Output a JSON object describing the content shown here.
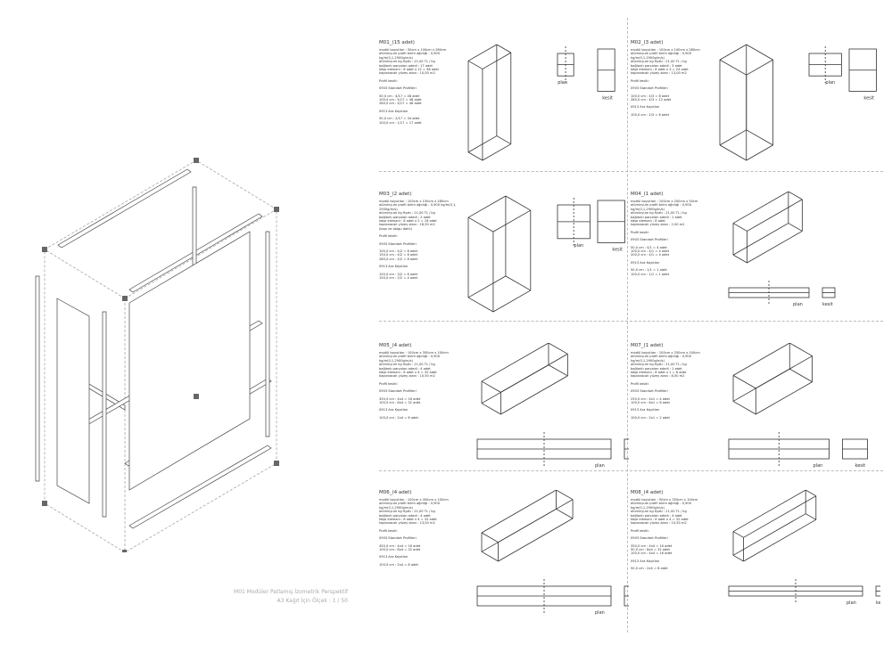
{
  "caption": {
    "line1": "M01 Modüler Patlamış İzometrik Perspektif",
    "line2": "A3 Kağıt İçin Ölçek : 1 / 50"
  },
  "labels": {
    "plan": "plan",
    "section": "kesit"
  },
  "modules": [
    {
      "title": "M01_(15 adet)",
      "dims": {
        "w": 100,
        "d": 50,
        "h": 280
      },
      "lines": [
        "modül boyutları : 50cm x 100cm x 280cm",
        "alüminyum profil birim ağırlığı : 0,900",
        "kg/m(0,1,2900g/m/s)",
        "alüminyum kg fiyatı : 21,00 TL / kg",
        "bağlantı parçaları adedi : 17 adet",
        "köşe elemanı : 8 adet x 12 = 96 adet",
        "kaplanacak yüzey alanı : 10,00 m2"
      ],
      "profile_title": "Profil kesiti:",
      "standard": "0903 Standart Profilleri",
      "parts": [
        "50,0 cm : 4/17 = 48 adet",
        "100,0 cm : 4/17 = 48 adet",
        "280,0 cm : 4/17 = 48 adet"
      ],
      "rail_title": "0913 Ara Kayıtları",
      "rails": [
        "50,0 cm : 2/17 = 34 adet",
        "100,0 cm : 1/17 = 17 adet"
      ]
    },
    {
      "title": "M02_(3 adet)",
      "dims": {
        "w": 100,
        "d": 100,
        "h": 280
      },
      "lines": [
        "modül boyutları : 100cm x 100cm x 280cm",
        "alüminyum profil birim ağırlığı : 0,900",
        "kg/m(0,1,2900g/m/s)",
        "alüminyum kg fiyatı : 21,00 TL / kg",
        "bağlantı parçaları adedi : 3 adet",
        "köşe elemanı : 8 adet x 3 = 24 adet",
        "kaplanacak yüzey alanı : 13,00 m2"
      ],
      "profile_title": "Profil kesiti:",
      "standard": "0903 Standart Profilleri",
      "parts": [
        "100,0 cm : 4/3 = 8 adet",
        "280,0 cm : 4/3 = 12 adet"
      ],
      "rail_title": "0913 Ara Kayıtları",
      "rails": [
        "100,0 cm : 2/3 = 6 adet"
      ]
    },
    {
      "title": "M03_(2 adet)",
      "dims": {
        "w": 150,
        "d": 100,
        "h": 280
      },
      "lines": [
        "modül boyutları : 100cm x 150cm x 280cm",
        "alüminyum profil birim ağırlığı : 0,900 kg/m(0,1,",
        "2900g/m/s)",
        "alüminyum kg fiyatı : 21,00 TL / kg",
        "bağlantı parçaları adedi : 2 adet",
        "köşe elemanı : 8 adet x 2 = 16 adet",
        "kaplanacak yüzey alanı : 18,50 m2",
        "(kapı ve dolgu dahil)"
      ],
      "profile_title": "Profil kesiti:",
      "standard": "0903 Standart Profilleri",
      "parts": [
        "100,0 cm : 4/2 = 8 adet",
        "150,0 cm : 4/2 = 8 adet",
        "280,0 cm : 4/2 = 8 adet"
      ],
      "rail_title": "0913 Ara Kayıtları",
      "rails": [
        "100,0 cm : 3/2 = 6 adet",
        "150,0 cm : 2/2 = 4 adet"
      ]
    },
    {
      "title": "M04_(1 adet)",
      "dims": {
        "w": 200,
        "d": 50,
        "h": 100
      },
      "lines": [
        "modül boyutları : 100cm x 200cm x 50cm",
        "alüminyum profil birim ağırlığı : 0,900",
        "kg/m(0,1,2900g/m/s)",
        "alüminyum kg fiyatı : 21,00 TL / kg",
        "bağlantı parçaları adedi : 1 adet",
        "köşe elemanı : 8 adet",
        "kaplanacak yüzey alanı : 2,00 m2"
      ],
      "profile_title": "Profil kesiti:",
      "standard": "0903 Standart Profilleri",
      "parts": [
        "50,0 cm : 4/1 = 4 adet",
        "100,0 cm : 4/1 = 4 adet",
        "200,0 cm : 4/1 = 4 adet"
      ],
      "rail_title": "0913 Ara Kayıtları",
      "rails": [
        "50,0 cm : 1/1 = 1 adet",
        "100,0 cm : 1/1 = 1 adet"
      ]
    },
    {
      "title": "M05_(4 adet)",
      "dims": {
        "w": 350,
        "d": 100,
        "h": 100
      },
      "lines": [
        "modül boyutları : 100cm x 350cm x 100cm",
        "alüminyum profil birim ağırlığı : 0,900 kg/m(0,1,2900g/m/s)",
        "alüminyum kg fiyatı : 21,00 TL / kg",
        "bağlantı parçaları adedi : 4 adet",
        "köşe elemanı : 8 adet x 4 = 32 adet",
        "kaplanacak yüzey alanı : 10,50 m2"
      ],
      "profile_title": "Profil kesiti:",
      "standard": "0903 Standart Profilleri",
      "parts": [
        "350,0 cm : 4x4 = 16 adet",
        "100,0 cm : 8x4 = 32 adet"
      ],
      "rail_title": "0913 Ara Kayıtları",
      "rails": [
        "100,0 cm : 2x4 = 8 adet"
      ]
    },
    {
      "title": "M07_(1 adet)",
      "dims": {
        "w": 250,
        "d": 100,
        "h": 100
      },
      "lines": [
        "modül boyutları : 100cm x 250cm x 100cm",
        "alüminyum profil birim ağırlığı : 0,900 kg/m(0,1,2900g/m/s)",
        "alüminyum kg fiyatı : 21,00 TL / kg",
        "bağlantı parçaları adedi : 1 adet",
        "köşe elemanı : 8 adet x 1 = 8 adet",
        "kaplanacak yüzey alanı : 8,50 m2"
      ],
      "profile_title": "Profil kesiti:",
      "standard": "0903 Standart Profilleri",
      "parts": [
        "250,0 cm : 4x1 = 4 adet",
        "100,0 cm : 8x1 = 8 adet"
      ],
      "rail_title": "0913 Ara Kayıtları",
      "rails": [
        "100,0 cm : 2x1 = 2 adet"
      ]
    },
    {
      "title": "M06_(4 adet)",
      "dims": {
        "w": 450,
        "d": 100,
        "h": 100
      },
      "lines": [
        "modül boyutları : 100cm x 450cm x 100cm",
        "alüminyum profil birim ağırlığı : 0,900 kg/m(0,1,2900g/m/s)",
        "alüminyum kg fiyatı : 21,00 TL / kg",
        "bağlantı parçaları adedi : 4 adet",
        "köşe elemanı : 8 adet x 4 = 32 adet",
        "kaplanacak yüzey alanı : 13,00 m2"
      ],
      "profile_title": "Profil kesiti:",
      "standard": "0903 Standart Profilleri",
      "parts": [
        "450,0 cm : 4x4 = 16 adet",
        "100,0 cm : 8x4 = 32 adet"
      ],
      "rail_title": "0913 Ara Kayıtları",
      "rails": [
        "100,0 cm : 2x4 = 8 adet"
      ]
    },
    {
      "title": "M08_(4 adet)",
      "dims": {
        "w": 350,
        "d": 50,
        "h": 100
      },
      "lines": [
        "modül boyutları : 50cm x 350cm x 100cm",
        "alüminyum profil birim ağırlığı : 0,900 kg/m(0,1,2900g/m/s)",
        "alüminyum kg fiyatı : 21,00 TL / kg",
        "bağlantı parçaları adedi : 4 adet",
        "köşe elemanı : 8 adet x 4 = 32 adet",
        "kaplanacak yüzey alanı : 10,50 m2"
      ],
      "profile_title": "Profil kesiti:",
      "standard": "0903 Standart Profilleri",
      "parts": [
        "350,0 cm : 4x4 = 16 adet",
        "50,0 cm : 8x4 = 32 adet",
        "100,0 cm : 4x4 = 16 adet"
      ],
      "rail_title": "0913 Ara Kayıtları",
      "rails": [
        "50,0 cm : 2x4 = 8 adet"
      ]
    }
  ]
}
